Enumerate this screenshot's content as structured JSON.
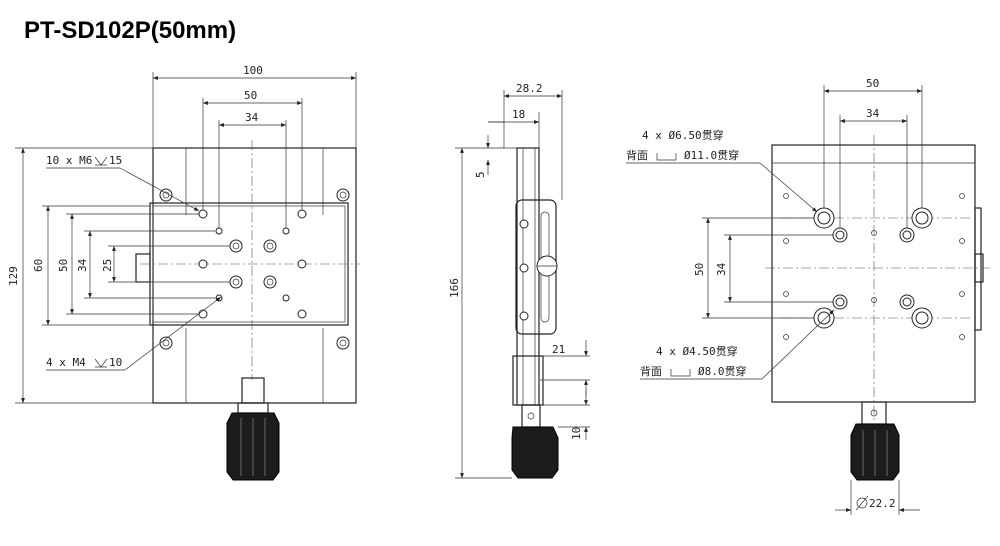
{
  "title": "PT-SD102P(50mm)",
  "top_view": {
    "dims": {
      "width_100": "100",
      "width_50": "50",
      "width_34": "34",
      "height_129": "129",
      "height_60": "60",
      "height_50": "50",
      "height_34": "34",
      "height_25": "25"
    },
    "callout_m6": "10 x M6",
    "callout_m6_depth": "15",
    "callout_m4": "4 x M4",
    "callout_m4_depth": "10"
  },
  "side_view": {
    "dims": {
      "width_28_2": "28.2",
      "width_18": "18",
      "height_5": "5",
      "height_166": "166",
      "height_21": "21",
      "height_10": "10"
    }
  },
  "bottom_view": {
    "dims": {
      "width_50": "50",
      "width_34": "34",
      "height_50": "50",
      "height_34": "34",
      "knob_diameter": "22.2"
    },
    "callout_hole_large": "4 x Ø6.50贯穿",
    "callout_counterbore_large": "背面",
    "callout_counterbore_large_val": "Ø11.0贯穿",
    "callout_hole_small": "4 x Ø4.50贯穿",
    "callout_counterbore_small": "背面",
    "callout_counterbore_small_val": "Ø8.0贯穿"
  },
  "colors": {
    "line": "#222222",
    "knob": "#1c1c1c",
    "background": "#ffffff"
  }
}
